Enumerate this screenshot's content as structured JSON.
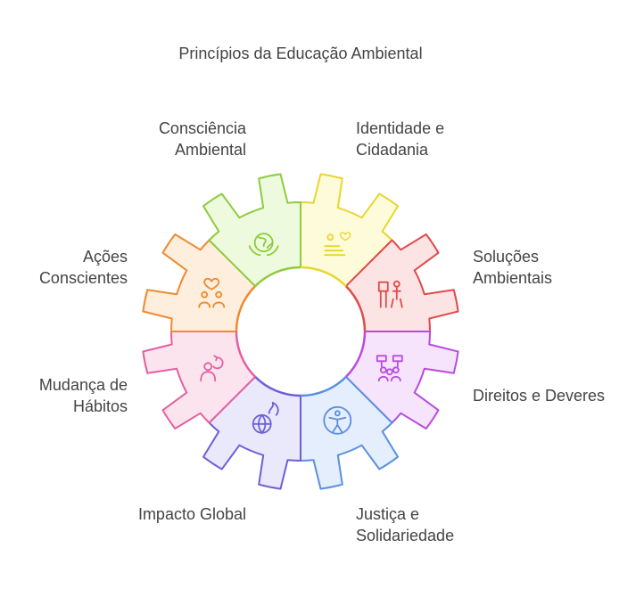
{
  "title": "Princípios da Educação Ambiental",
  "segments": [
    {
      "label_lines": [
        "Identidade e",
        "Cidadania"
      ],
      "icon": "people-heart-icon",
      "color": "#e8d62e",
      "fill": "#fdfbd9"
    },
    {
      "label_lines": [
        "Soluções",
        "Ambientais"
      ],
      "icon": "presentation-icon",
      "color": "#df4b4b",
      "fill": "#fde4e4"
    },
    {
      "label_lines": [
        "Direitos e Deveres"
      ],
      "icon": "protest-crowd-icon",
      "color": "#b84be0",
      "fill": "#f5e4fb"
    },
    {
      "label_lines": [
        "Justiça e",
        "Solidariedade"
      ],
      "icon": "accessibility-icon",
      "color": "#5b8fe0",
      "fill": "#e4eefd"
    },
    {
      "label_lines": [
        "Impacto Global"
      ],
      "icon": "globe-flame-icon",
      "color": "#6e5fd8",
      "fill": "#eae8fb"
    },
    {
      "label_lines": [
        "Mudança de",
        "Hábitos"
      ],
      "icon": "person-cycle-icon",
      "color": "#e55fa0",
      "fill": "#fce4ef"
    },
    {
      "label_lines": [
        "Ações",
        "Conscientes"
      ],
      "icon": "couple-heart-icon",
      "color": "#ef8a2e",
      "fill": "#fdeedd"
    },
    {
      "label_lines": [
        "Consciência",
        "Ambiental"
      ],
      "icon": "earth-hands-icon",
      "color": "#8dcc3e",
      "fill": "#eefadd"
    }
  ]
}
